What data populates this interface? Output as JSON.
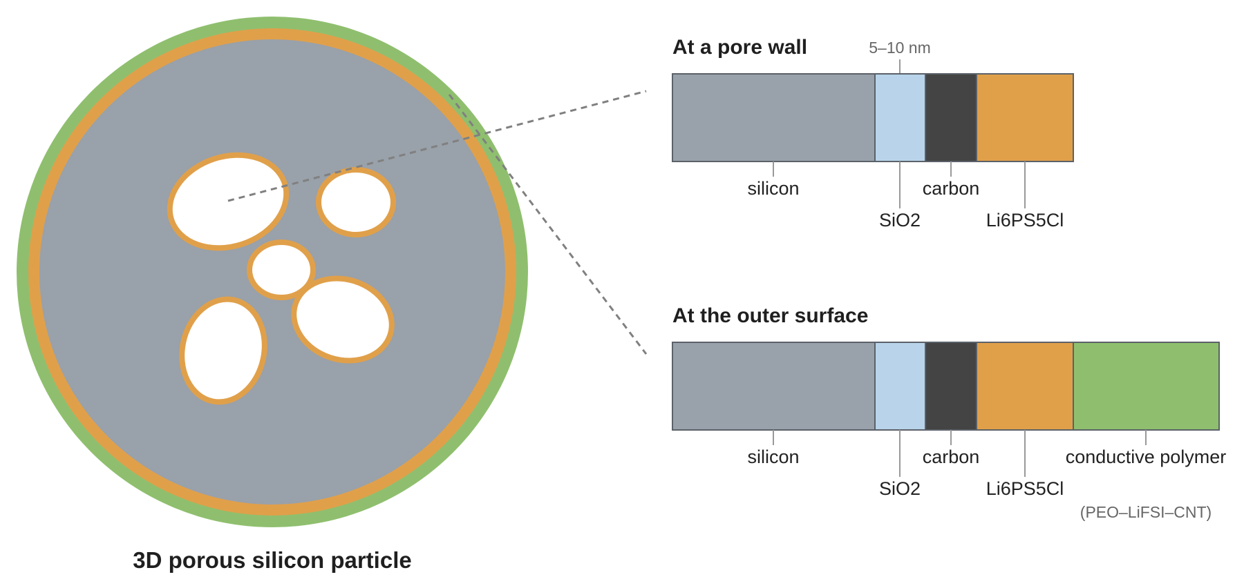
{
  "particle": {
    "title": "3D porous silicon particle",
    "colors": {
      "silicon": "#99a1aa",
      "coating": "#e0a04a",
      "polymer": "#8fbf6e",
      "pore": "#ffffff"
    }
  },
  "pore_wall": {
    "title": "At a pore wall",
    "thickness_label": "5–10 nm",
    "layers": [
      {
        "name": "silicon",
        "color": "#99a1aa"
      },
      {
        "name": "SiO2",
        "color": "#b9d4ea"
      },
      {
        "name": "carbon",
        "color": "#444444"
      },
      {
        "name": "Li6PS5Cl",
        "color": "#e0a04a"
      }
    ]
  },
  "outer_surface": {
    "title": "At the outer surface",
    "layers": [
      {
        "name": "silicon",
        "color": "#99a1aa"
      },
      {
        "name": "SiO2",
        "color": "#b9d4ea"
      },
      {
        "name": "carbon",
        "color": "#444444"
      },
      {
        "name": "Li6PS5Cl",
        "color": "#e0a04a"
      },
      {
        "name": "conductive polymer",
        "color": "#8fbf6e"
      }
    ],
    "polymer_note": "(PEO–LiFSI–CNT)"
  }
}
